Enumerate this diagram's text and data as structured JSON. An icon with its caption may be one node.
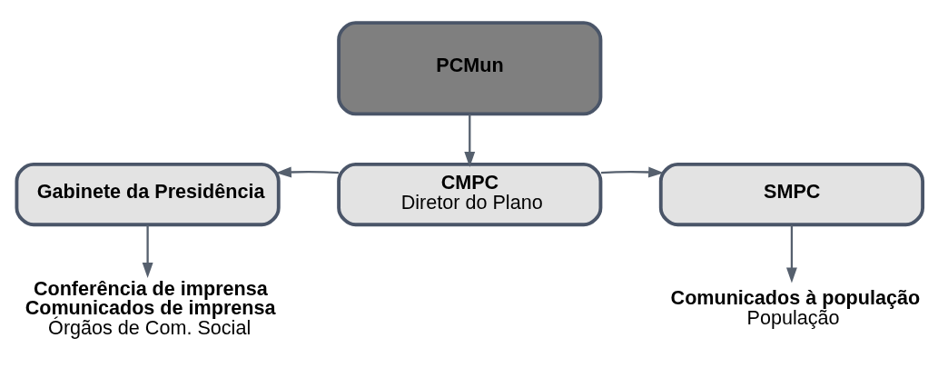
{
  "diagram": {
    "nodes": [
      {
        "text": [
          "PCMun"
        ]
      },
      {
        "text": [
          "CMPC",
          "Diretor do Plano"
        ]
      },
      {
        "text": [
          "Gabinete da Presidência"
        ]
      },
      {
        "text": [
          "SMPC"
        ]
      },
      {
        "text": [
          "Conferência de imprensa",
          "Comunicados de imprensa",
          "Órgãos de Com. Social"
        ]
      },
      {
        "text": [
          "Comunicados à população",
          "População"
        ]
      }
    ],
    "edges": [
      {
        "from": 0,
        "to": 1,
        "arrow": "to"
      },
      {
        "from": 1,
        "to": 2,
        "arrow": "to"
      },
      {
        "from": 1,
        "to": 3,
        "arrow": "to"
      },
      {
        "from": 2,
        "to": 4,
        "arrow": "to"
      },
      {
        "from": 3,
        "to": 5,
        "arrow": "to"
      }
    ]
  }
}
